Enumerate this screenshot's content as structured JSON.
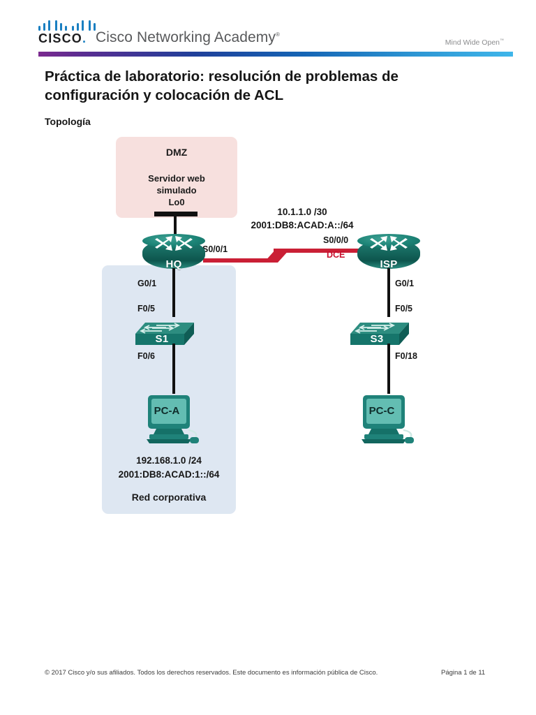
{
  "header": {
    "brand_word": "CISCO",
    "brand_dot": ".",
    "academy": "Cisco Networking Academy",
    "academy_mark": "®",
    "tagline": "Mind Wide Open",
    "tagline_mark": "™",
    "gradient_colors": [
      "#7b2a8f",
      "#20409a",
      "#3fb6ea"
    ]
  },
  "document": {
    "title": "Práctica de laboratorio: resolución de problemas de configuración y colocación de ACL",
    "section_label": "Topología"
  },
  "topology": {
    "zones": {
      "dmz": {
        "title": "DMZ",
        "line1": "Servidor web",
        "line2": "simulado",
        "interface": "Lo0",
        "color": "#f7e0de"
      },
      "corporate": {
        "ipv4": "192.168.1.0 /24",
        "ipv6": "2001:DB8:ACAD:1::/64",
        "title": "Red corporativa",
        "color": "#dee7f2"
      }
    },
    "wan": {
      "ipv4": "10.1.1.0 /30",
      "ipv6": "2001:DB8:ACAD:A::/64",
      "link_color": "#ca1f35",
      "dce_label": "DCE"
    },
    "devices": {
      "hq_router": "HQ",
      "isp_router": "ISP",
      "s1_switch": "S1",
      "s3_switch": "S3",
      "pc_a": "PC-A",
      "pc_c": "PC-C"
    },
    "interfaces": {
      "hq_serial": "S0/0/1",
      "isp_serial": "S0/0/0",
      "hq_lan": "G0/1",
      "isp_lan": "G0/1",
      "s1_uplink": "F0/5",
      "s1_host": "F0/6",
      "s3_uplink": "F0/5",
      "s3_host": "F0/18"
    },
    "device_color": "#16756b"
  },
  "footer": {
    "copyright": "© 2017 Cisco y/o sus afiliados. Todos los derechos reservados. Este documento es información pública de Cisco.",
    "page": "Página 1 de 11"
  }
}
